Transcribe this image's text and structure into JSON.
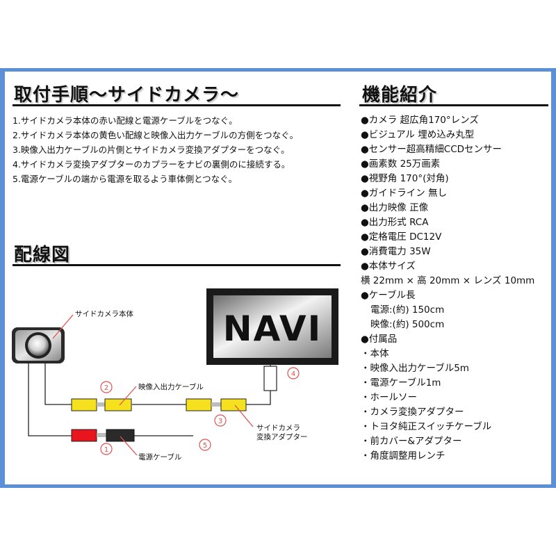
{
  "install": {
    "title": "取付手順〜サイドカメラ〜",
    "steps": [
      "1.サイドカメラ本体の赤い配線と電源ケーブルをつなぐ。",
      "2.サイドカメラ本体の黄色い配線と映像入出力ケーブルの方側をつなぐ。",
      "3.映像入出力ケーブルの片側とサイドカメラ変換アダプターをつなぐ。",
      "4.サイドカメラ変換アダプターのカプラーをナビの裏側のに接続する。",
      "5.電源ケーブルの端から電源を取るよう車体側とつなぐ。"
    ]
  },
  "features": {
    "title": "機能紹介",
    "items": [
      "●カメラ 超広角170°レンズ",
      "●ビジュアル 埋め込み丸型",
      "●センサー超高精細CCDセンサー",
      "●画素数 25万画素",
      "●視野角 170°(対角)",
      "●ガイドライン 無し",
      "●出力映像 正像",
      "●出力形式 RCA",
      "●定格電圧 DC12V",
      "●消費電力 35W",
      "●本体サイズ",
      "横 22mm × 高 20mm × レンズ 10mm",
      "●ケーブル長",
      "電源:(約) 150cm",
      "映像:(約) 500cm",
      "●付属品",
      "・本体",
      "・映像入出力ケーブル5m",
      "・電源ケーブル1m",
      "・ホールソー",
      "・カメラ変換アダプター",
      "・トヨタ純正スイッチケーブル",
      "・前カバー&アダプター",
      "・角度調整用レンチ"
    ]
  },
  "wiring": {
    "title": "配線図",
    "navi_label": "NAVI",
    "camera_label": "サイドカメラ本体",
    "video_cable_label": "映像入出力ケーブル",
    "adapter_label_line1": "サイドカメラ",
    "adapter_label_line2": "変換アダプター",
    "power_cable_label": "電源ケーブル",
    "markers": [
      "①",
      "②",
      "③",
      "④",
      "⑤"
    ],
    "colors": {
      "red_plug": "#e8141e",
      "yellow_plug": "#f5e11e",
      "marker": "#e05050",
      "wire": "#222222"
    }
  }
}
